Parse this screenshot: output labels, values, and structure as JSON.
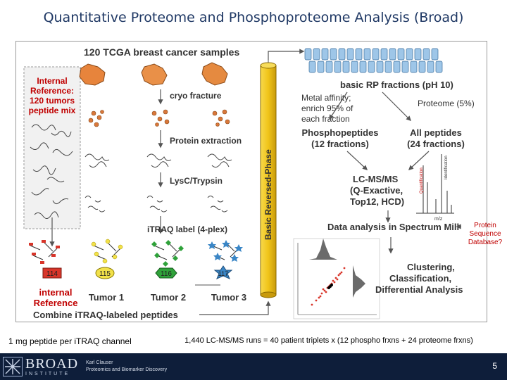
{
  "title": "Quantitative  Proteome and Phosphoproteome Analysis (Broad)",
  "diagram": {
    "header": "120 TCGA breast cancer samples",
    "internal_reference_box": [
      "Internal",
      "Reference:",
      "120 tumors",
      "peptide mix"
    ],
    "steps": {
      "cryo_fracture": "cryo fracture",
      "protein_extraction": "Protein extraction",
      "lysc_trypsin": "LysC/Trypsin",
      "itraq_label": "iTRAQ label (4-plex)",
      "combine": "Combine iTRAQ-labeled peptides"
    },
    "column_label": "Basic Reversed-Phase",
    "tags": [
      "114",
      "115",
      "116",
      "117"
    ],
    "sample_labels": {
      "internal_reference": [
        "internal",
        "Reference"
      ],
      "tumor1": "Tumor 1",
      "tumor2": "Tumor 2",
      "tumor3": "Tumor 3"
    },
    "right": {
      "basic_rp": "basic RP fractions (pH 10)",
      "metal_affinity": [
        "Metal affinity;",
        "enrich 95% of",
        "each fraction"
      ],
      "proteome": "Proteome (5%)",
      "phosphopeptides": [
        "Phosphopeptides",
        "(12 fractions)"
      ],
      "all_peptides": [
        "All peptides",
        "(24 fractions)"
      ],
      "lcmsms": [
        "LC-MS/MS",
        "(Q-Exactive,",
        "Top12, HCD)"
      ],
      "spectrum_axis": "m/z",
      "spectrum_quant": "Quantification",
      "spectrum_ident": "Identification",
      "data_analysis": "Data analysis in Spectrum Mill",
      "clustering": [
        "Clustering,",
        "Classification,",
        "Differential Analysis"
      ]
    },
    "protein_db": [
      "Protein",
      "Sequence",
      "Database?"
    ]
  },
  "captions": {
    "left": "1 mg peptide per iTRAQ channel",
    "right": "1,440 LC-MS/MS runs = 40 patient triplets x (12 phospho frxns + 24 proteome frxns)"
  },
  "footer": {
    "logo_word": "BROAD",
    "logo_sub": "INSTITUTE",
    "presenter": [
      "Karl Clauser",
      "Proteomics and Biomarker Discovery"
    ],
    "page_number": "5"
  },
  "colors": {
    "title": "#1f3864",
    "red_label": "#c00000",
    "tag_114": "#d8352a",
    "tag_115": "#f2e14a",
    "tag_116": "#2fa23a",
    "tag_117": "#3a86c6",
    "column": "#f0c419",
    "footer_bg": "#0e1e3a"
  }
}
